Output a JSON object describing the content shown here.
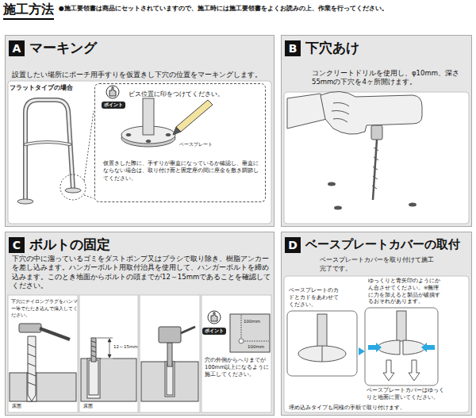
{
  "diagram": {
    "title": "施工方法",
    "nodes": [
      {
        "text": [
          "マーキング",
          "設置したい場所にポーチ用手すりを仮置きし下穴の位置をマーキングします。"
        ]
      },
      {
        "text": [
          "A"
        ],
        "in": 0
      },
      {
        "text": [
          "ビス位置に印をつけてください。",
          "仮置きした際に、手すりが垂直になっているか確認し、垂直にならない場合は、取り付け面と固定座の間に座金を敷き調節してください。"
        ],
        "in": 0
      },
      {
        "text": [
          "ポイント"
        ],
        "in": 2
      },
      {
        "text": [
          "下穴あけ",
          "コンクリートドリルを使用し、φ10mm、深さ55mmの下穴を4ヶ所開けます。"
        ]
      },
      {
        "text": [
          "B"
        ],
        "in": 4
      },
      {
        "text": [
          "ボルトの固定",
          "下穴の中に溜っているゴミをダストポンプ又はブラシで取り除き、樹脂アンカーを差し込みます。ハンガーボルト用取付治具を使用して、ハンガーボルトを締め込みます。このとき地面からボルトの頭までが12～15mmであることを確認してください。"
        ]
      },
      {
        "text": [
          "C"
        ],
        "in": 6
      },
      {
        "text": [
          "ポイント"
        ],
        "in": 6
      },
      {
        "text": [
          "ベースプレートカバーの取付",
          "ベースプレートカバーを取り付けて施工完了です。"
        ]
      },
      {
        "text": [
          "D"
        ],
        "in": 9
      }
    ],
    "labels": [
      "●施工要領書は商品にセットされていますので、施工時には施工要領書をよくお読みの上、作業を行ってください。",
      "フラットタイプの場合",
      "ベースプレート",
      "下穴にナイロンプラグをハンマー等でたたき込んで挿入してください。",
      "床面",
      "床面",
      "12～15mm",
      "100mm",
      "100mm",
      "穴の外側からへりまでが100mm以上になるように施工してください。",
      "ベースプレートのカドとカドをあわせてください。",
      "ゆっくりと青矢印のようにかん合させてください。※無理に力を加えると製品が破損するおそれがあります。",
      "ベースプレートカバーはゆっくりと地面に置いてください。",
      "埋め込みタイプも同様の手順で取り付けます。"
    ]
  }
}
